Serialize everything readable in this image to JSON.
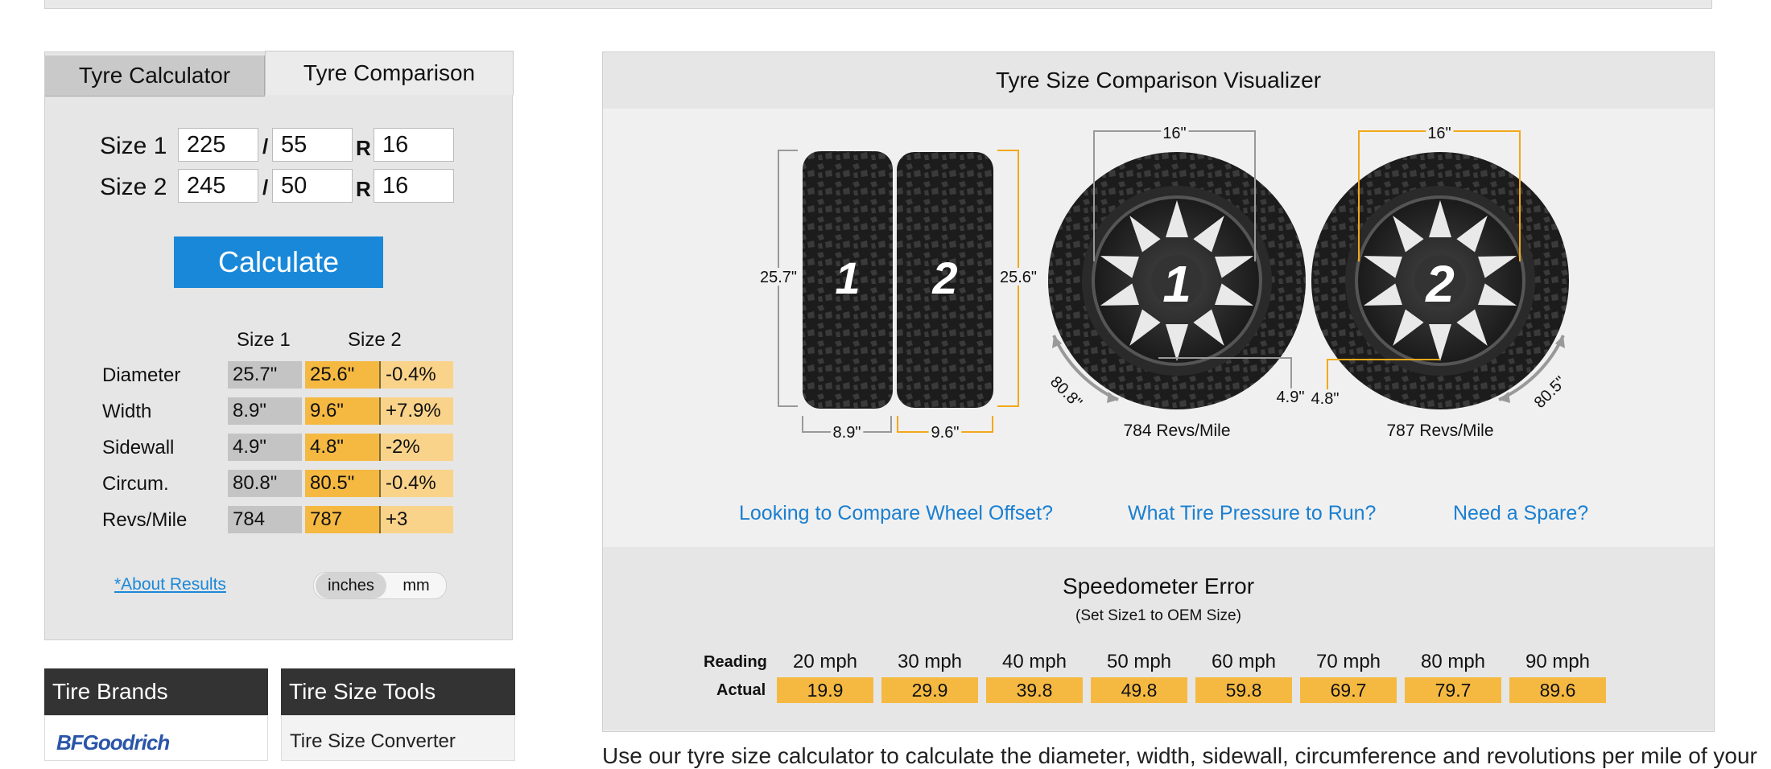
{
  "tabs": {
    "calculator": "Tyre Calculator",
    "comparison": "Tyre Comparison"
  },
  "inputs": {
    "size1": {
      "label": "Size 1",
      "width": "225",
      "ratio": "55",
      "rim": "16"
    },
    "size2": {
      "label": "Size 2",
      "width": "245",
      "ratio": "50",
      "rim": "16"
    },
    "slash": "/",
    "r": "R"
  },
  "calculate_label": "Calculate",
  "results": {
    "headers": [
      "Size 1",
      "Size 2"
    ],
    "rows": [
      {
        "label": "Diameter",
        "s1": "25.7\"",
        "s2": "25.6\"",
        "diff": "-0.4%"
      },
      {
        "label": "Width",
        "s1": "8.9\"",
        "s2": "9.6\"",
        "diff": "+7.9%"
      },
      {
        "label": "Sidewall",
        "s1": "4.9\"",
        "s2": "4.8\"",
        "diff": "-2%"
      },
      {
        "label": "Circum.",
        "s1": "80.8\"",
        "s2": "80.5\"",
        "diff": "-0.4%"
      },
      {
        "label": "Revs/Mile",
        "s1": "784",
        "s2": "787",
        "diff": "+3"
      }
    ]
  },
  "about_link": "*About Results",
  "units": {
    "inches": "inches",
    "mm": "mm",
    "selected": "inches"
  },
  "boxes": {
    "brands": {
      "title": "Tire Brands",
      "logo_text": "BFGoodrich"
    },
    "tools": {
      "title": "Tire Size Tools",
      "first_item": "Tire Size Converter"
    }
  },
  "visualizer": {
    "title": "Tyre Size Comparison Visualizer",
    "tyre1": {
      "number": "1",
      "diameter": "25.7\"",
      "width": "8.9\"",
      "rim": "16\"",
      "sidewall": "4.9\"",
      "circum": "80.8\"",
      "revs": "784 Revs/Mile"
    },
    "tyre2": {
      "number": "2",
      "diameter": "25.6\"",
      "width": "9.6\"",
      "rim": "16\"",
      "sidewall": "4.8\"",
      "circum": "80.5\"",
      "revs": "787 Revs/Mile"
    }
  },
  "links": [
    "Looking to Compare Wheel Offset?",
    "What Tire Pressure to Run?",
    "Need a Spare?"
  ],
  "speedometer": {
    "title": "Speedometer Error",
    "subtitle": "(Set Size1 to OEM Size)",
    "reading_label": "Reading",
    "actual_label": "Actual",
    "readings": [
      "20 mph",
      "30 mph",
      "40 mph",
      "50 mph",
      "60 mph",
      "70 mph",
      "80 mph",
      "90 mph"
    ],
    "actuals": [
      "19.9",
      "29.9",
      "39.8",
      "49.8",
      "59.8",
      "69.7",
      "79.7",
      "89.6"
    ]
  },
  "colors": {
    "accent_blue": "#1a88d8",
    "size2_orange": "#f5b942",
    "size1_gray": "#c4c4c4",
    "dark_header": "#333333"
  },
  "footer_text": "Use our tyre size calculator to calculate the diameter, width, sidewall, circumference and revolutions per mile of your"
}
